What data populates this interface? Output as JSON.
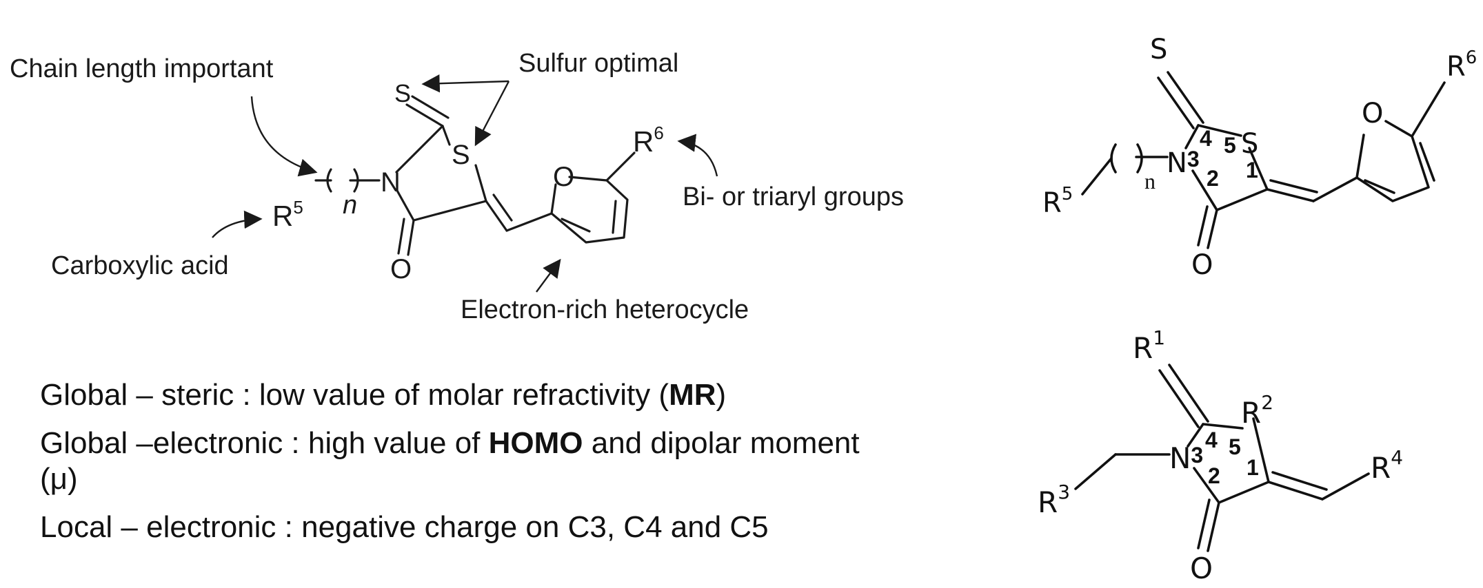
{
  "annotations": {
    "chain_length": "Chain length important",
    "sulfur": "Sulfur optimal",
    "biaryl": "Bi- or triaryl groups",
    "carboxylic": "Carboxylic acid",
    "heterocycle": "Electron-rich heterocycle"
  },
  "structure_left": {
    "atom_S_exo": "S",
    "atom_S_ring": "S",
    "atom_N": "N",
    "atom_O_carbonyl": "O",
    "atom_O_furan": "O",
    "subscript_n": "n",
    "R5": "R",
    "R5_sup": "5",
    "R6": "R",
    "R6_sup": "6"
  },
  "structure_top_right": {
    "atom_S_exo": "S",
    "atom_S_ring": "S",
    "atom_N": "N",
    "atom_O_carbonyl": "O",
    "atom_O_furan": "O",
    "subscript_n": "n",
    "R5": "R",
    "R5_sup": "5",
    "R6": "R",
    "R6_sup": "6",
    "pos_1": "1",
    "pos_2": "2",
    "pos_3": "3",
    "pos_4": "4",
    "pos_5": "5"
  },
  "structure_bottom_right": {
    "R1": "R",
    "R1_sup": "1",
    "R2": "R",
    "R2_sup": "2",
    "R3": "R",
    "R3_sup": "3",
    "R4": "R",
    "R4_sup": "4",
    "atom_N": "N",
    "atom_O": "O",
    "pos_1": "1",
    "pos_2": "2",
    "pos_3": "3",
    "pos_4": "4",
    "pos_5": "5"
  },
  "descriptors": {
    "line1_pre": "Global – steric : low value of molar refractivity (",
    "line1_bold": "MR",
    "line1_post": ")",
    "line2_pre": "Global –electronic : high value of ",
    "line2_bold": "HOMO",
    "line2_post": " and  dipolar moment (μ)",
    "line3": "Local – electronic : negative charge on C3, C4 and C5"
  }
}
